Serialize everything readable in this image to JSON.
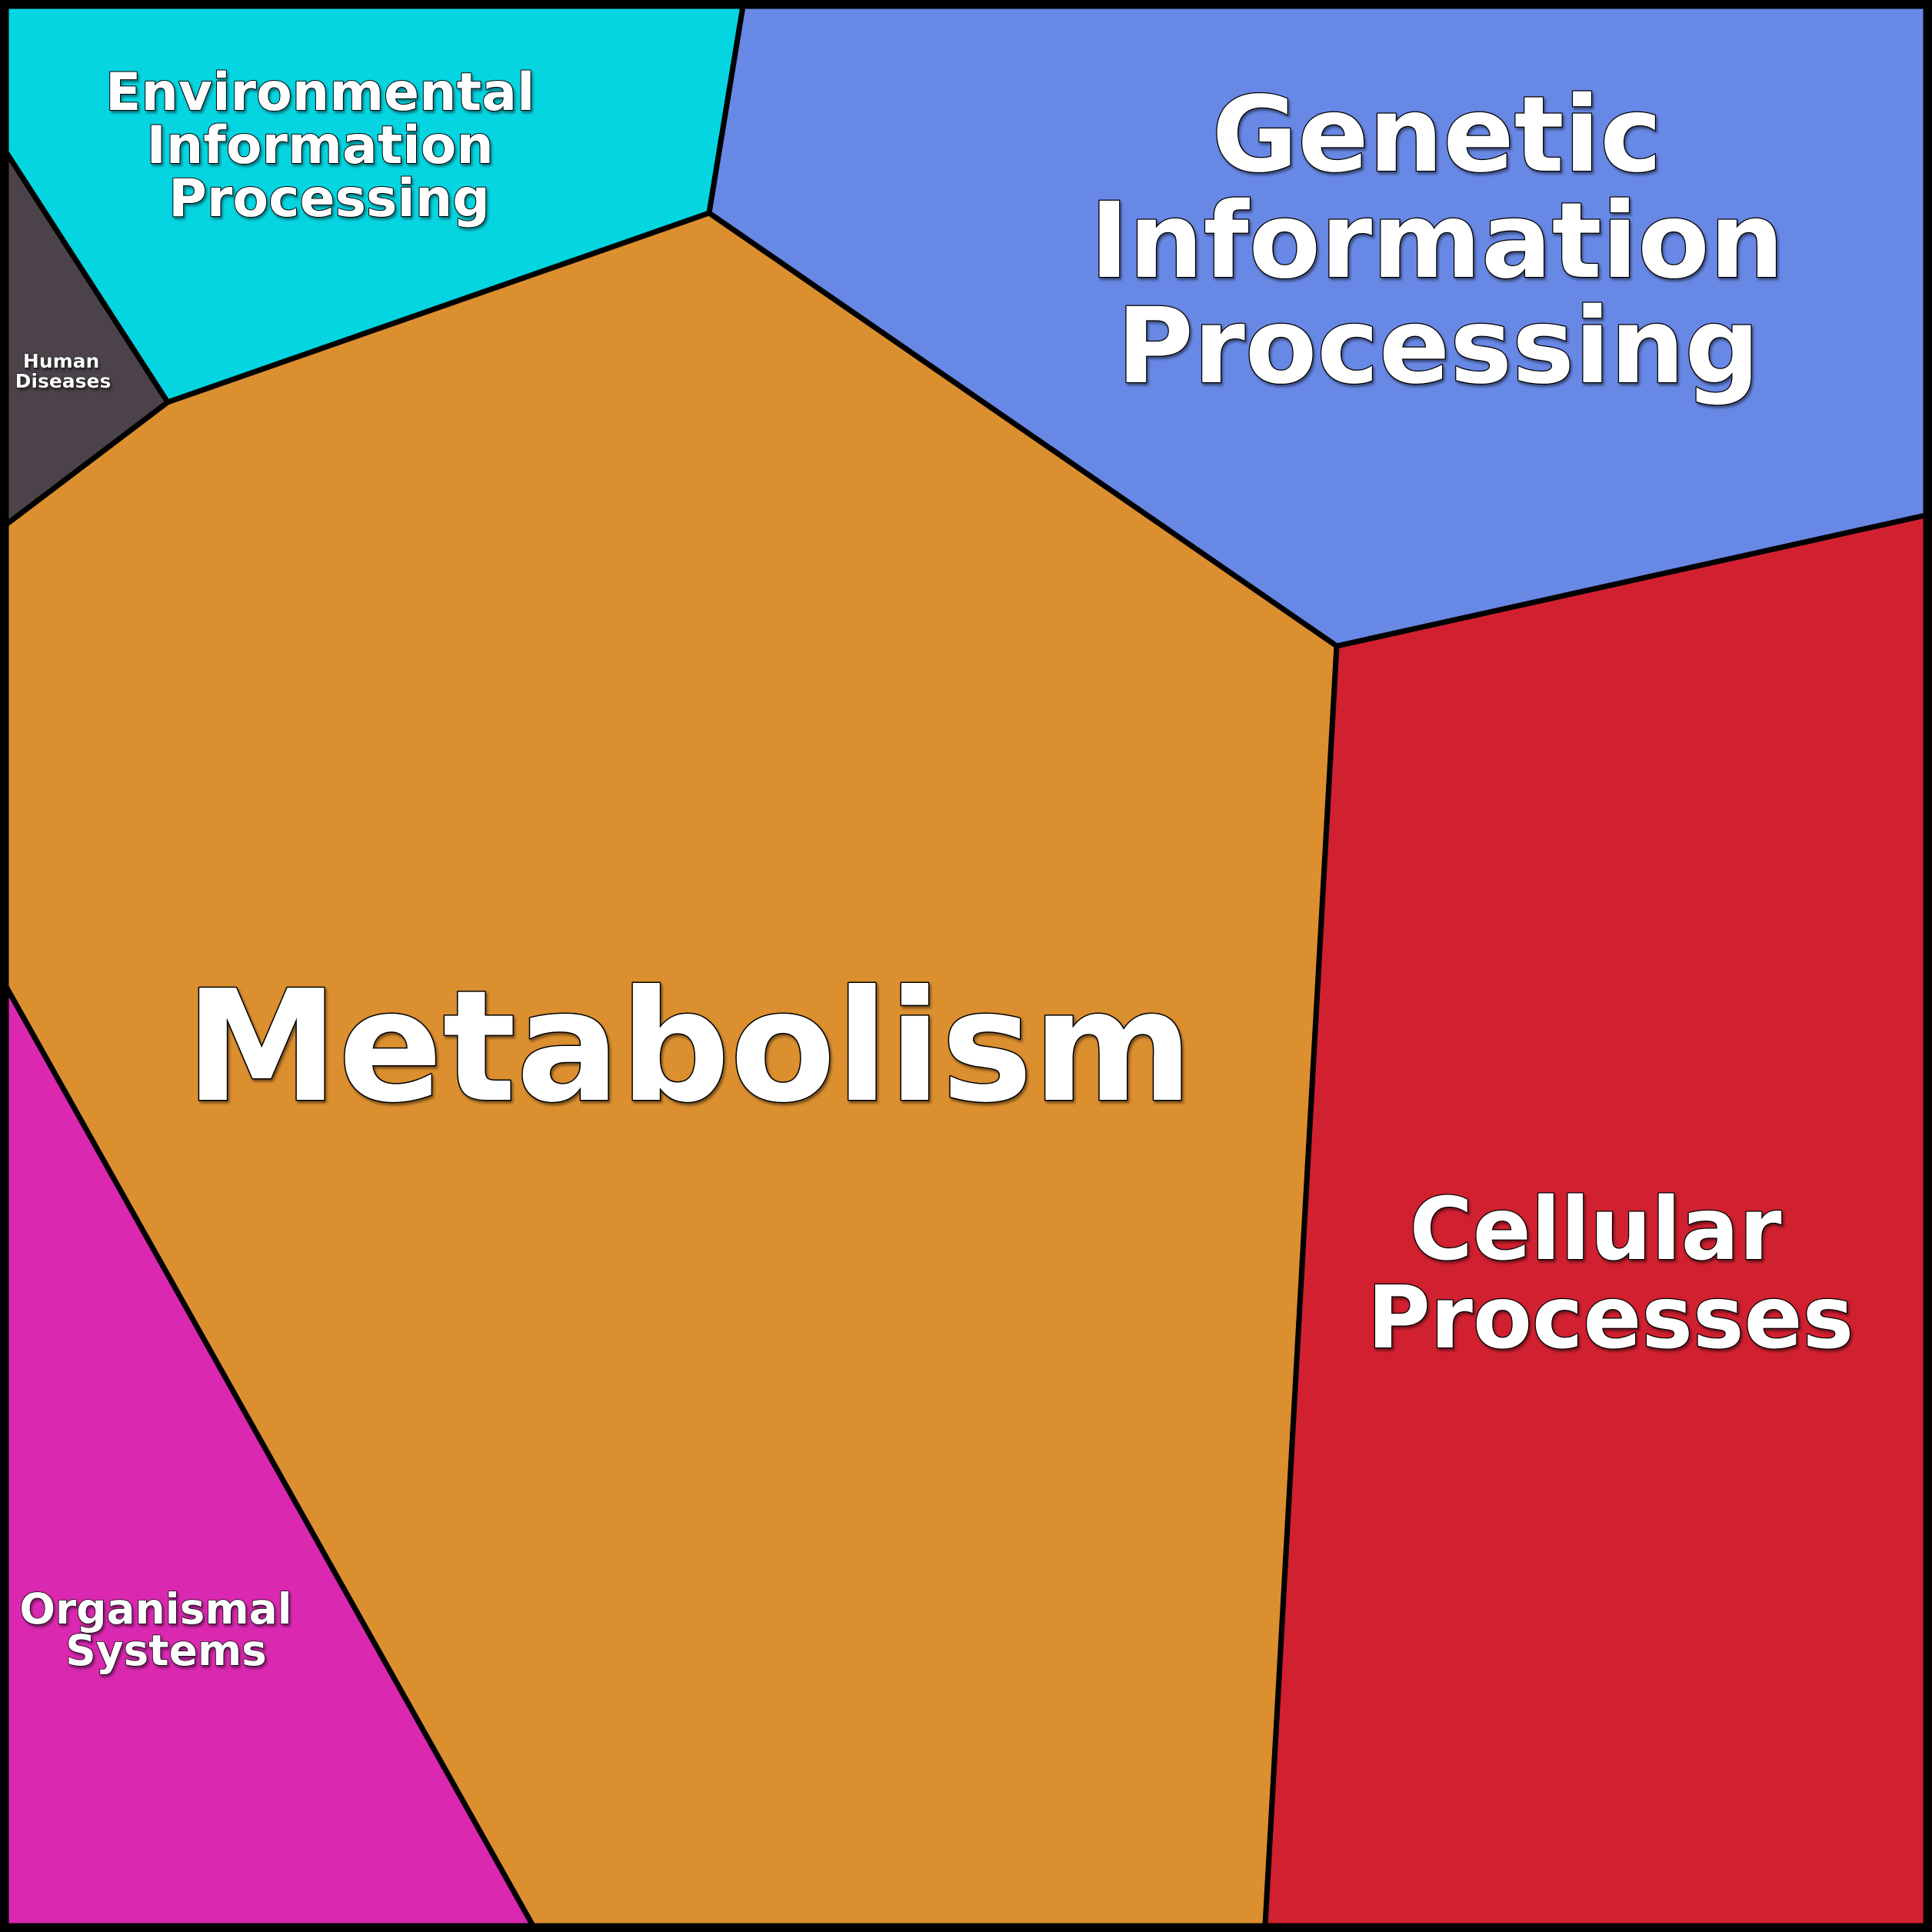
{
  "regions": [
    {
      "id": "environmental-information-processing",
      "lines": [
        "Environmental",
        "Information",
        "Processing"
      ],
      "color": "#05d5e0"
    },
    {
      "id": "genetic-information-processing",
      "lines": [
        "Genetic",
        "Information",
        "Processing"
      ],
      "color": "#6888e5"
    },
    {
      "id": "human-diseases",
      "lines": [
        "Human",
        "Diseases"
      ],
      "color": "#4b4349"
    },
    {
      "id": "metabolism",
      "lines": [
        "Metabolism"
      ],
      "color": "#db8f2f"
    },
    {
      "id": "cellular-processes",
      "lines": [
        "Cellular",
        "Processes"
      ],
      "color": "#d12030"
    },
    {
      "id": "organismal-systems",
      "lines": [
        "Organismal",
        "Systems"
      ],
      "color": "#da28b0"
    }
  ]
}
